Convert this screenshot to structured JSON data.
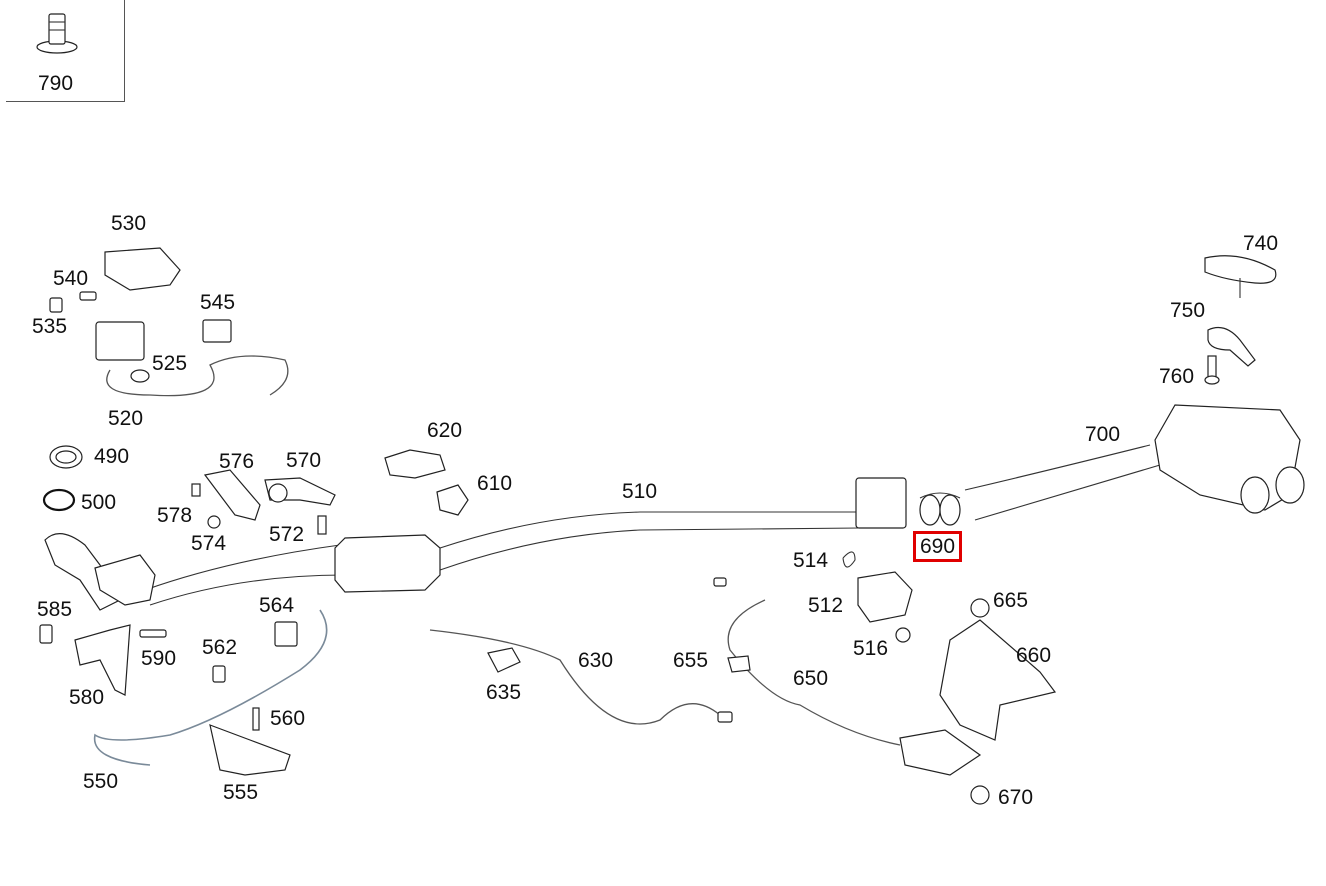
{
  "inset_label": "790",
  "highlight_color": "#e00000",
  "callouts": [
    {
      "id": "530",
      "text": "530"
    },
    {
      "id": "540",
      "text": "540"
    },
    {
      "id": "535",
      "text": "535"
    },
    {
      "id": "545",
      "text": "545"
    },
    {
      "id": "525",
      "text": "525"
    },
    {
      "id": "520",
      "text": "520"
    },
    {
      "id": "490",
      "text": "490"
    },
    {
      "id": "500",
      "text": "500"
    },
    {
      "id": "576",
      "text": "576"
    },
    {
      "id": "570",
      "text": "570"
    },
    {
      "id": "578",
      "text": "578"
    },
    {
      "id": "574",
      "text": "574"
    },
    {
      "id": "572",
      "text": "572"
    },
    {
      "id": "620",
      "text": "620"
    },
    {
      "id": "610",
      "text": "610"
    },
    {
      "id": "510",
      "text": "510"
    },
    {
      "id": "690",
      "text": "690",
      "highlighted": true
    },
    {
      "id": "700",
      "text": "700"
    },
    {
      "id": "740",
      "text": "740"
    },
    {
      "id": "750",
      "text": "750"
    },
    {
      "id": "760",
      "text": "760"
    },
    {
      "id": "514",
      "text": "514"
    },
    {
      "id": "512",
      "text": "512"
    },
    {
      "id": "516",
      "text": "516"
    },
    {
      "id": "665",
      "text": "665"
    },
    {
      "id": "660",
      "text": "660"
    },
    {
      "id": "585",
      "text": "585"
    },
    {
      "id": "590",
      "text": "590"
    },
    {
      "id": "580",
      "text": "580"
    },
    {
      "id": "564",
      "text": "564"
    },
    {
      "id": "562",
      "text": "562"
    },
    {
      "id": "560",
      "text": "560"
    },
    {
      "id": "550",
      "text": "550"
    },
    {
      "id": "555",
      "text": "555"
    },
    {
      "id": "630",
      "text": "630"
    },
    {
      "id": "635",
      "text": "635"
    },
    {
      "id": "655",
      "text": "655"
    },
    {
      "id": "650",
      "text": "650"
    },
    {
      "id": "670",
      "text": "670"
    }
  ]
}
